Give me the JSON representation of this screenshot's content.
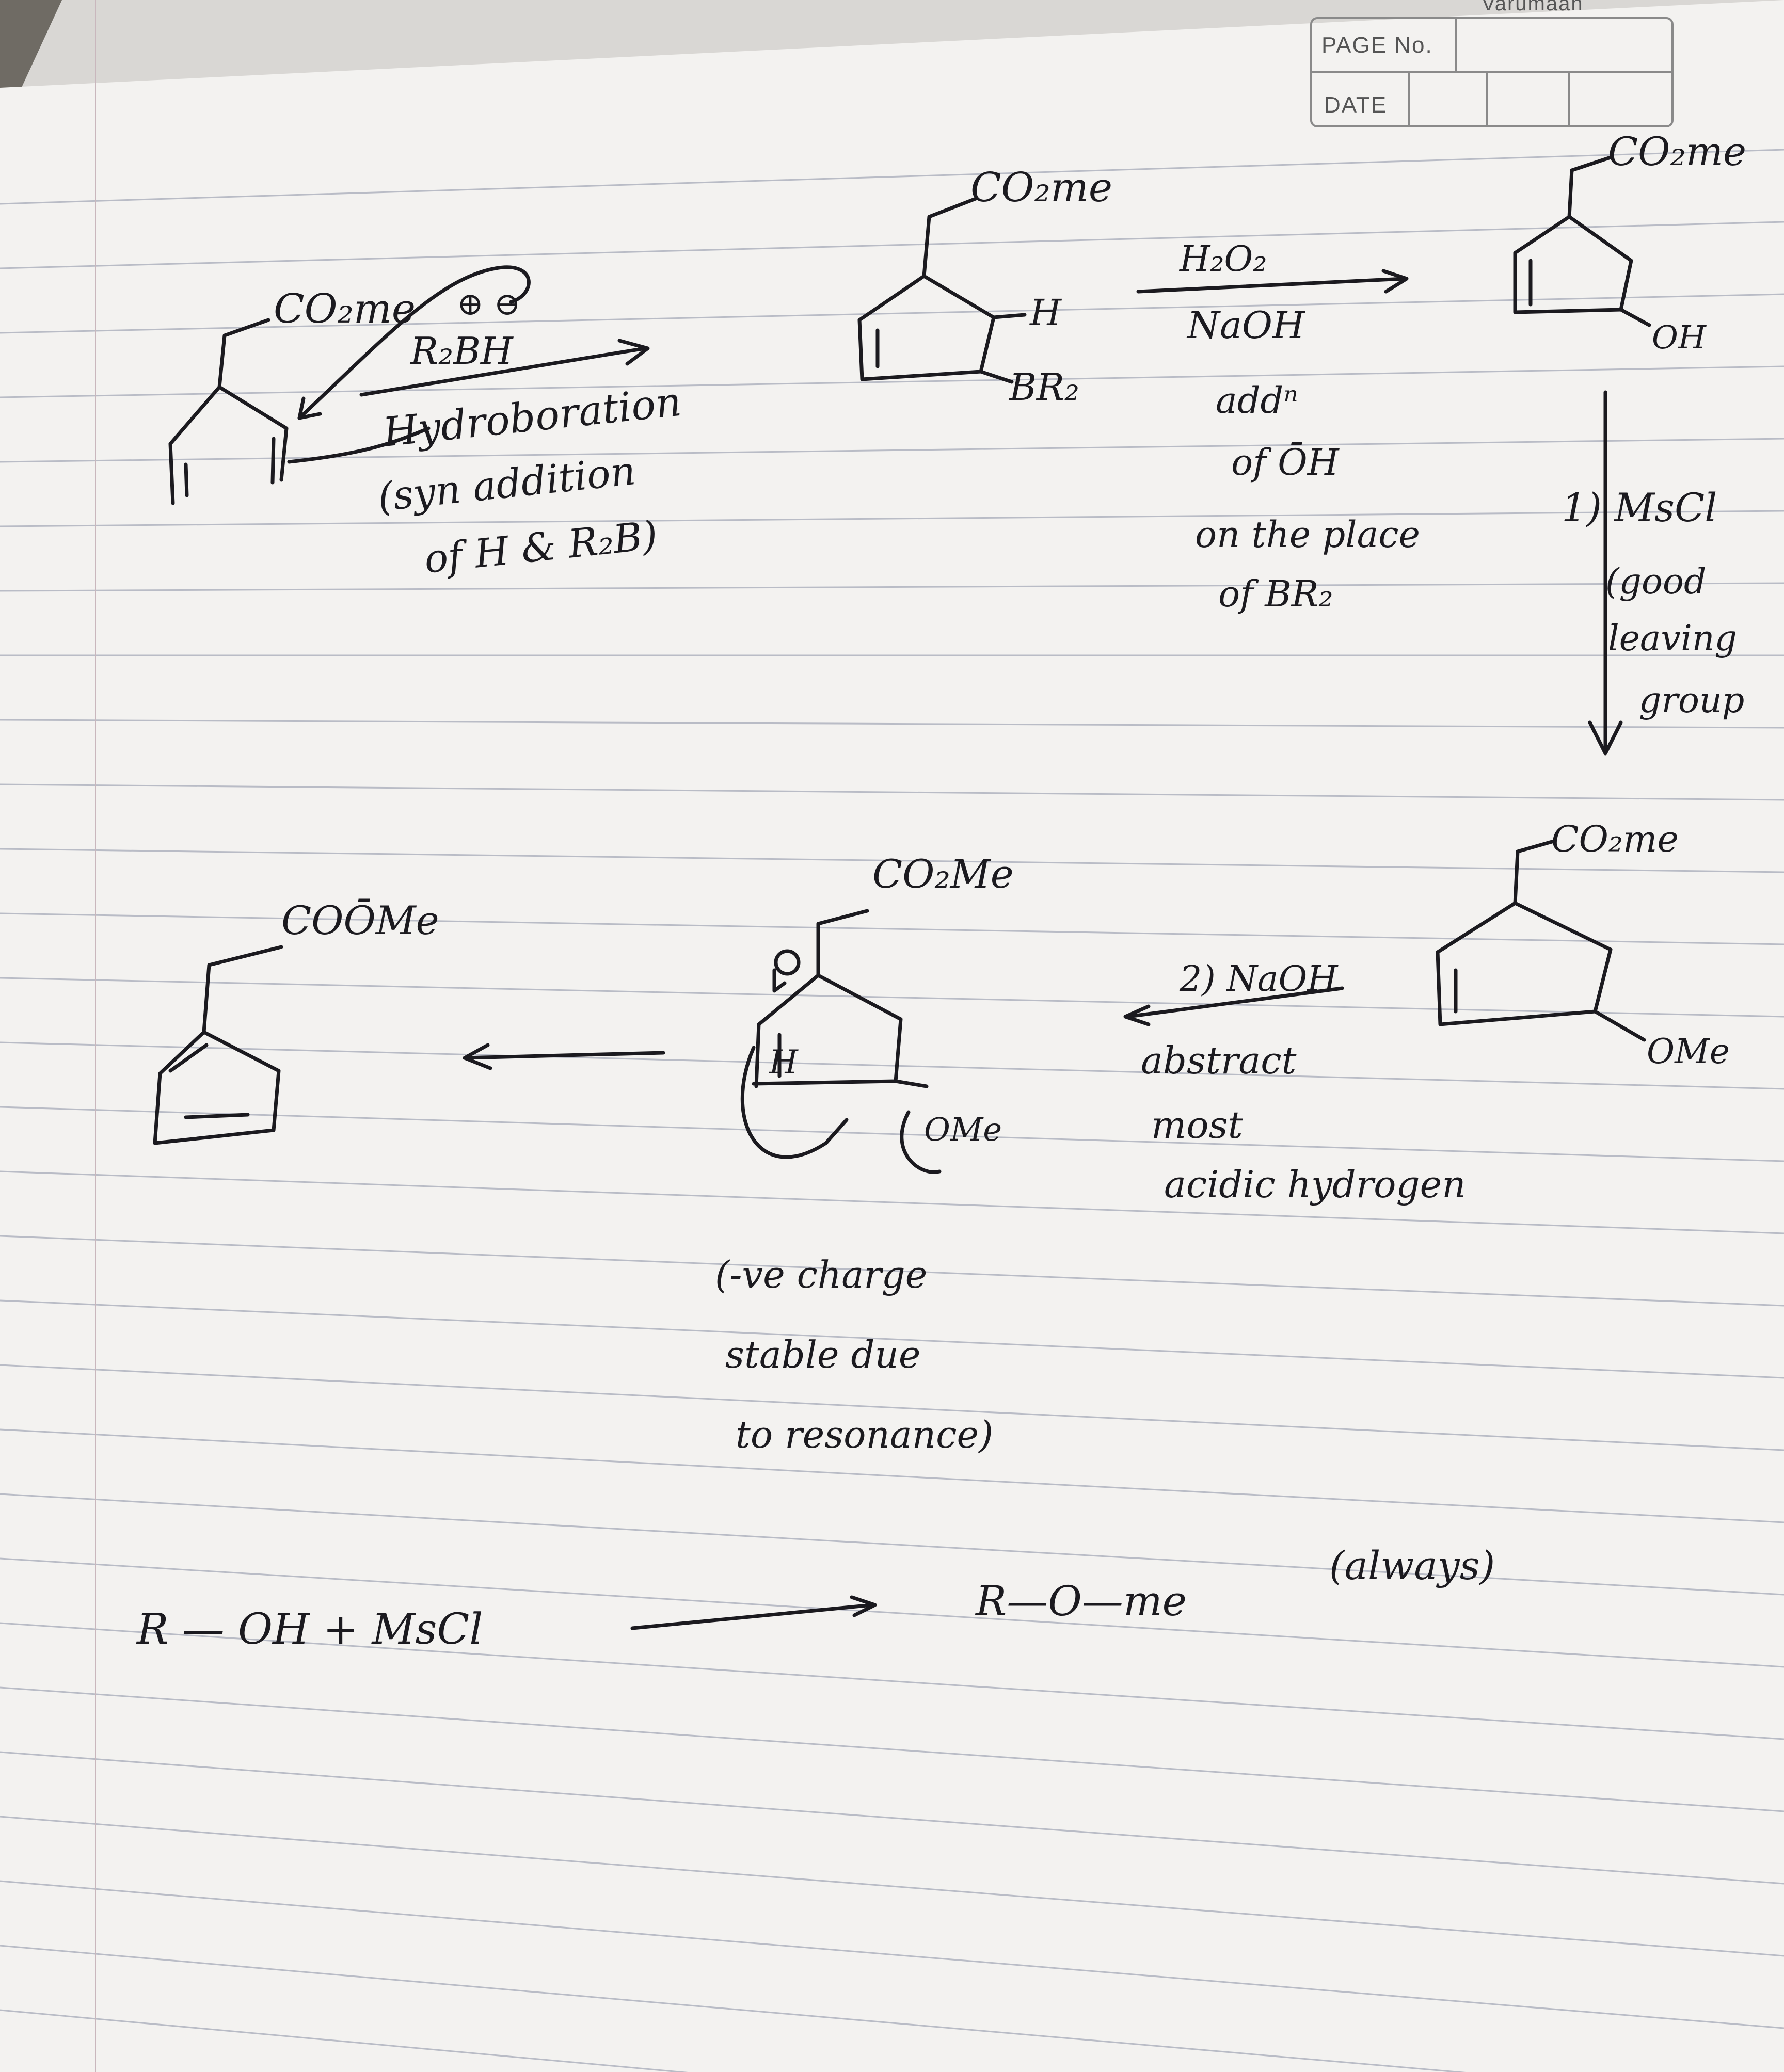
{
  "header": {
    "brand": "Varumaan",
    "page_no_label": "PAGE No.",
    "date_label": "DATE"
  },
  "step1": {
    "substituent": "CO₂me",
    "charges": "⊕ ⊖",
    "reagent": "R₂BH",
    "name": "Hydroboration",
    "note_line1": "(syn addition",
    "note_line2": "of H & R₂B)"
  },
  "product1": {
    "substituent": "CO₂me",
    "h_label": "H",
    "br_label": "BR₂"
  },
  "step2": {
    "reagent_top": "H₂O₂",
    "reagent_bottom": "NaOH",
    "note_line1": "addⁿ",
    "note_line2": "of ŌH",
    "note_line3": "on the place",
    "note_line4": "of BR₂"
  },
  "product2": {
    "substituent": "CO₂me",
    "oh_label": "OH"
  },
  "step3": {
    "reagent": "1) MsCl",
    "note_line1": "(good",
    "note_line2": "leaving",
    "note_line3": "group"
  },
  "product3": {
    "substituent": "CO₂me",
    "ome_label": "OMe"
  },
  "step4": {
    "reagent": "2) NaOH",
    "note_line1": "abstract",
    "note_line2": "most",
    "note_line3": "acidic hydrogen"
  },
  "intermediate": {
    "substituent": "CO₂Me",
    "h_label": "H",
    "ome_label": "OMe",
    "note_line1": "(-ve charge",
    "note_line2": "stable due",
    "note_line3": "to resonance)"
  },
  "final": {
    "substituent": "COŌMe"
  },
  "general_rule": {
    "reactants": "R — OH  +  MsCl",
    "product": "R—O—me",
    "note": "(always)"
  }
}
